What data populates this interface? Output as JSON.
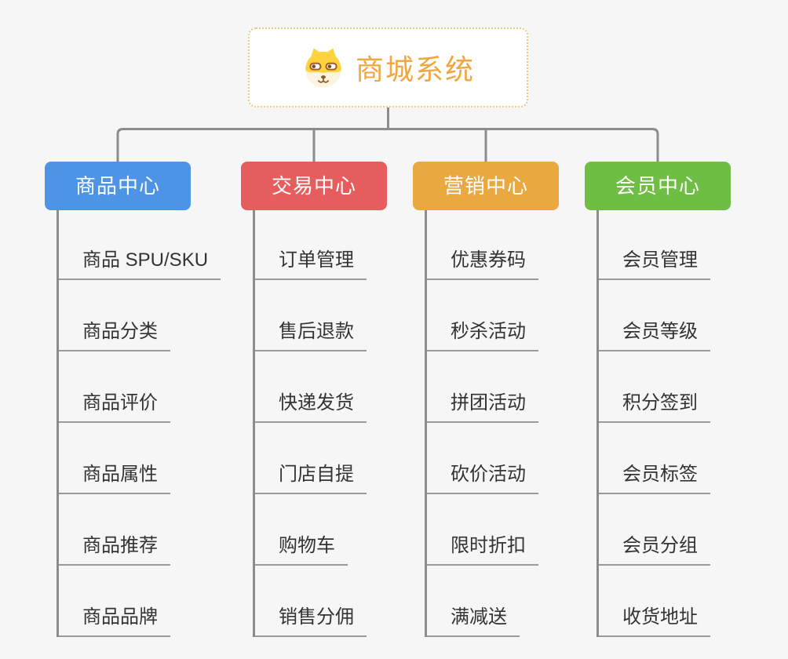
{
  "canvas": {
    "background_color": "#f6f6f6",
    "connector_color": "#8c8c8c",
    "leaf_underline_color": "#9a9a9a",
    "leaf_text_color": "#333333"
  },
  "root": {
    "title": "商城系统",
    "icon": "shiba-dog-icon",
    "text_color": "#f1a63f",
    "border_color": "#f2c580",
    "background_color": "#ffffff"
  },
  "branches": [
    {
      "label": "商品中心",
      "color": "#4d93e6",
      "items": [
        "商品 SPU/SKU",
        "商品分类",
        "商品评价",
        "商品属性",
        "商品推荐",
        "商品品牌"
      ]
    },
    {
      "label": "交易中心",
      "color": "#e65d5d",
      "items": [
        "订单管理",
        "售后退款",
        "快递发货",
        "门店自提",
        "购物车",
        "销售分佣"
      ]
    },
    {
      "label": "营销中心",
      "color": "#e9a940",
      "items": [
        "优惠券码",
        "秒杀活动",
        "拼团活动",
        "砍价活动",
        "限时折扣",
        "满减送"
      ]
    },
    {
      "label": "会员中心",
      "color": "#6fbe44",
      "items": [
        "会员管理",
        "会员等级",
        "积分签到",
        "会员标签",
        "会员分组",
        "收货地址"
      ]
    }
  ]
}
